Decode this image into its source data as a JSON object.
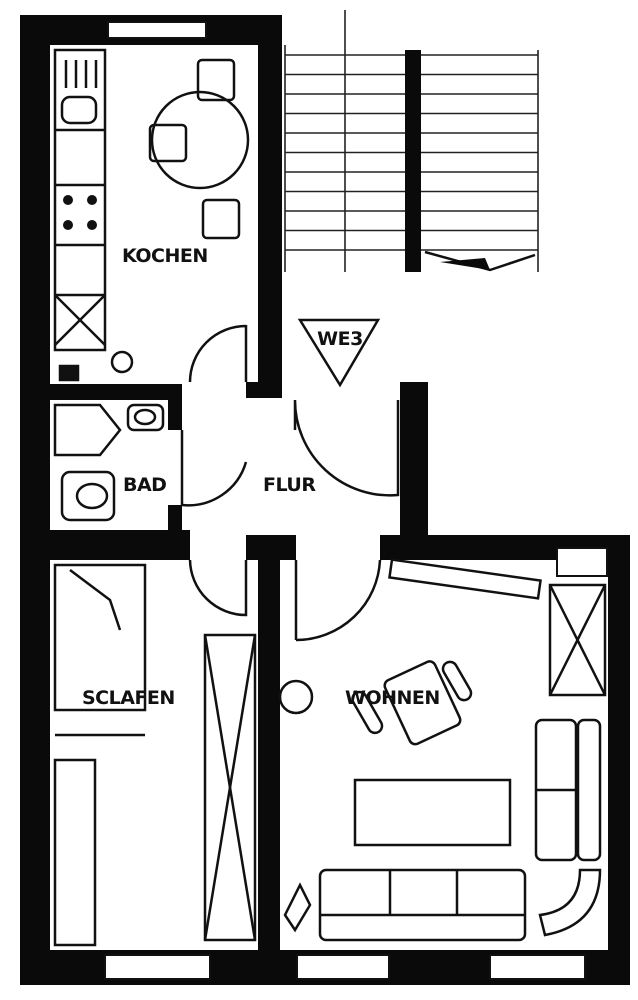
{
  "plan": {
    "rooms": {
      "kitchen": "KOCHEN",
      "bathroom": "BAD",
      "hallway": "FLUR",
      "bedroom": "SCLAFEN",
      "living": "WOHNEN"
    },
    "entrance_marker": "WE3"
  }
}
